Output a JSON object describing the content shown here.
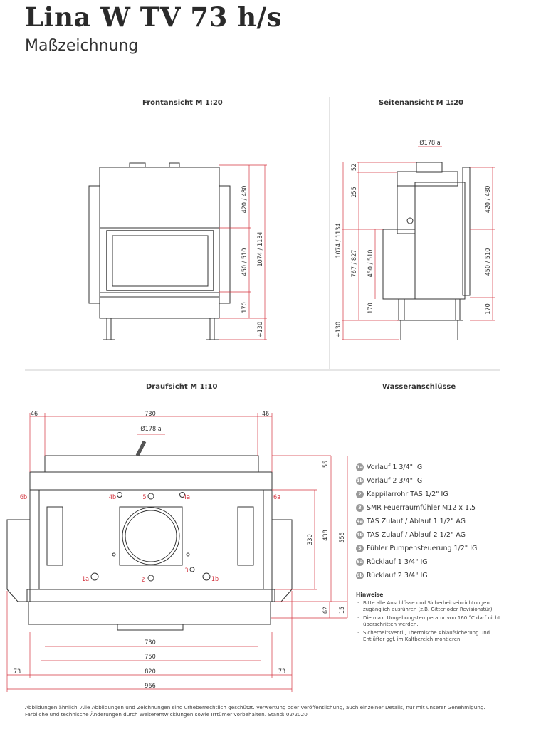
{
  "header": {
    "title": "Lina W TV 73 h/s",
    "subtitle": "Maßzeichnung"
  },
  "views": {
    "front": "Frontansicht M 1:20",
    "side": "Seitenansicht M 1:20",
    "top": "Draufsicht M 1:10",
    "water": "Wasseranschlüsse"
  },
  "dims_front": {
    "d1": "420 / 480",
    "d2": "450 / 510",
    "d3": "170",
    "d4": "1074 / 1134",
    "d5": "+130"
  },
  "dims_side": {
    "flue": "Ø178,a",
    "d52": "52",
    "d255": "255",
    "d1074": "1074 / 1134",
    "d767": "767 / 827",
    "d450": "450 / 510",
    "d170": "170",
    "d130": "+130",
    "r420": "420 / 480",
    "r450": "450 / 510",
    "r170": "170"
  },
  "dims_top": {
    "left46": "46",
    "w730": "730",
    "right46": "46",
    "flue": "Ø178,a",
    "h55": "55",
    "h330": "330",
    "h438": "438",
    "h555": "555",
    "h62": "62",
    "h15": "15",
    "b730": "730",
    "b750": "750",
    "b73l": "73",
    "b820": "820",
    "b73r": "73",
    "b966": "966"
  },
  "ports": {
    "p6b": "6b",
    "p4b": "4b",
    "p5": "5",
    "p4a": "4a",
    "p6a": "6a",
    "p1a": "1a",
    "p2": "2",
    "p3": "3",
    "p1b": "1b"
  },
  "legend": [
    {
      "badge": "1a",
      "text": "Vorlauf 1 3/4\" IG"
    },
    {
      "badge": "1b",
      "text": "Vorlauf 2 3/4\" IG"
    },
    {
      "badge": "2",
      "text": "Kappilarrohr TAS 1/2\" IG"
    },
    {
      "badge": "3",
      "text": "SMR Feuerraumfühler M12 x 1,5"
    },
    {
      "badge": "4a",
      "text": "TAS Zulauf / Ablauf 1 1/2\" AG"
    },
    {
      "badge": "4b",
      "text": "TAS Zulauf / Ablauf 2 1/2\" AG"
    },
    {
      "badge": "5",
      "text": "Fühler Pumpensteuerung 1/2\" IG"
    },
    {
      "badge": "6a",
      "text": "Rücklauf 1 3/4\" IG"
    },
    {
      "badge": "6b",
      "text": "Rücklauf 2 3/4\" IG"
    }
  ],
  "notes": {
    "heading": "Hinweise",
    "items": [
      "Bitte alle Anschlüsse und Sicherheitseinrichtungen zugänglich ausführen (z.B. Gitter oder Revisionstür).",
      "Die max. Umgebungstemperatur von 160 °C darf nicht überschritten werden.",
      "Sicherheitsventil, Thermische Ablaufsicherung und Entlüfter ggf. im Kaltbereich montieren."
    ]
  },
  "footer": {
    "line1": "Abbildungen ähnlich. Alle Abbildungen und Zeichnungen sind urheberrechtlich geschützt. Verwertung oder Veröffentlichung, auch einzelner Details, nur mit unserer Genehmigung.",
    "line2": "Farbliche und technische Änderungen durch Weiterentwicklungen sowie Irrtümer vorbehalten. Stand: 02/2020"
  },
  "colors": {
    "dimension": "#d4343f",
    "drawing": "#333333",
    "badge": "#9a9a9a"
  }
}
